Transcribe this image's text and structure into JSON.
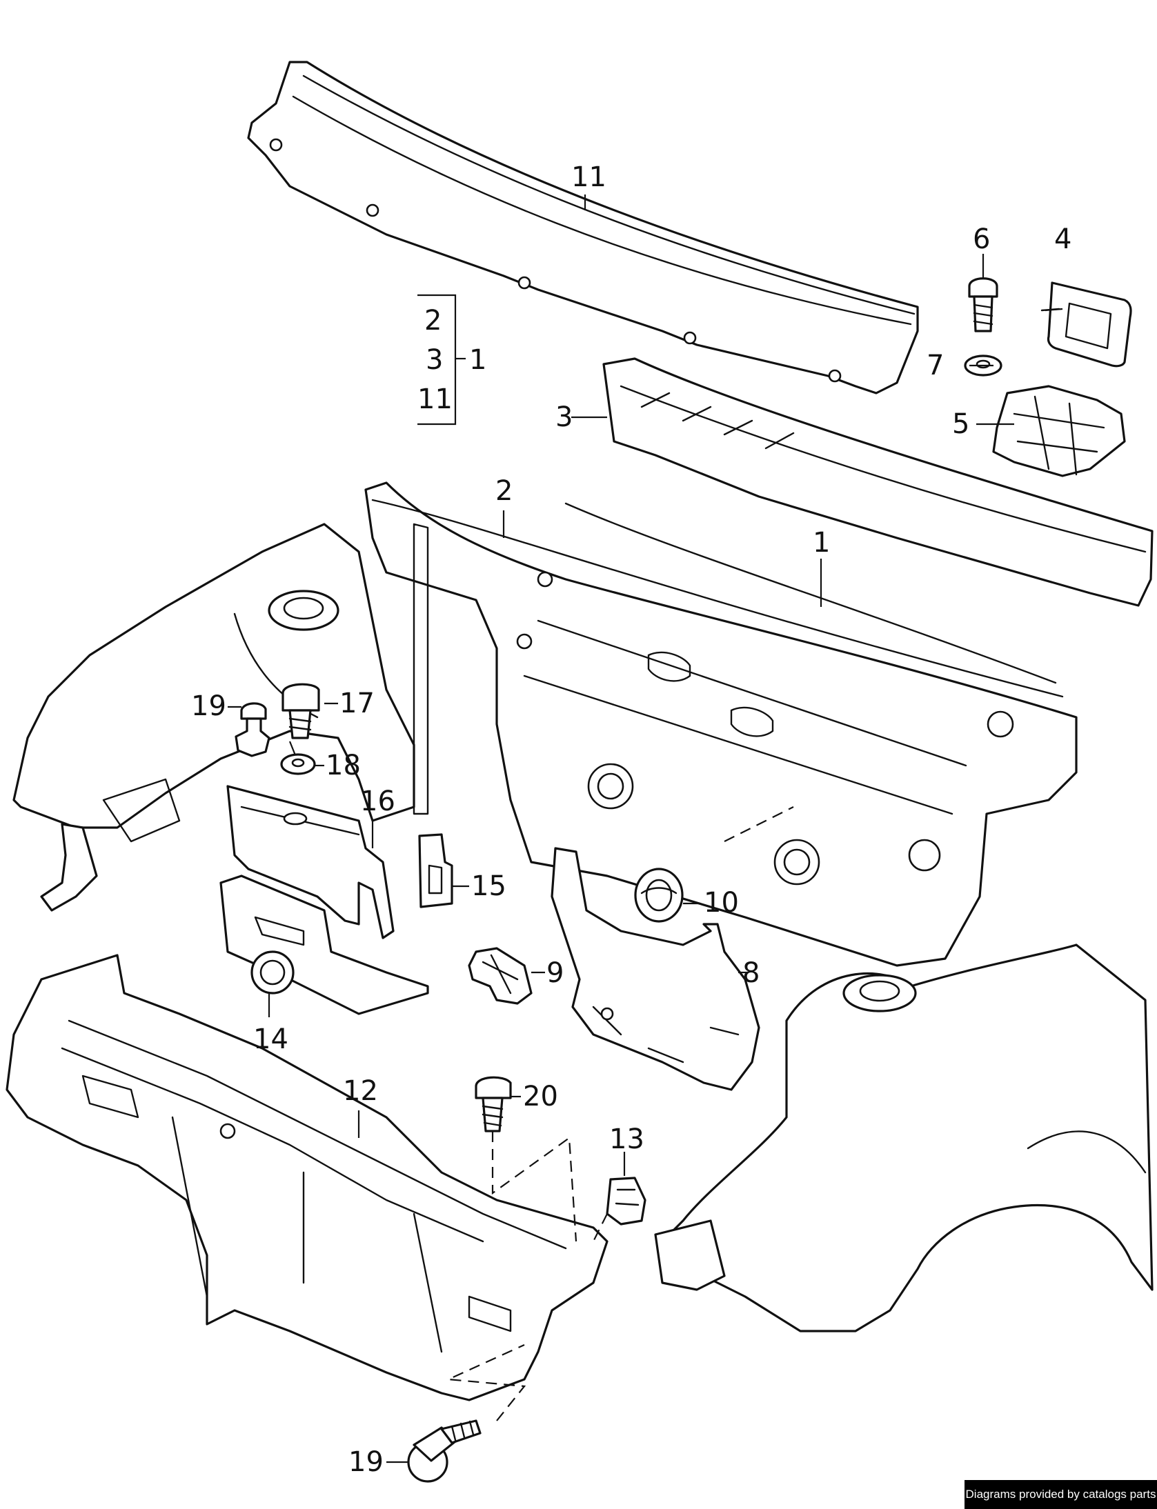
{
  "callouts": {
    "c11a": "11",
    "c6": "6",
    "c4": "4",
    "c7": "7",
    "c5": "5",
    "c3": "3",
    "c2": "2",
    "c1": "1",
    "c19a": "19",
    "c17": "17",
    "c18": "18",
    "c16": "16",
    "c15": "15",
    "c10": "10",
    "c9": "9",
    "c8": "8",
    "c14": "14",
    "c12": "12",
    "c20": "20",
    "c13": "13",
    "c19b": "19"
  },
  "bracket": {
    "items": [
      "2",
      "3",
      "11"
    ],
    "assembly": "1"
  },
  "credit": "Diagrams provided by catalogs parts"
}
